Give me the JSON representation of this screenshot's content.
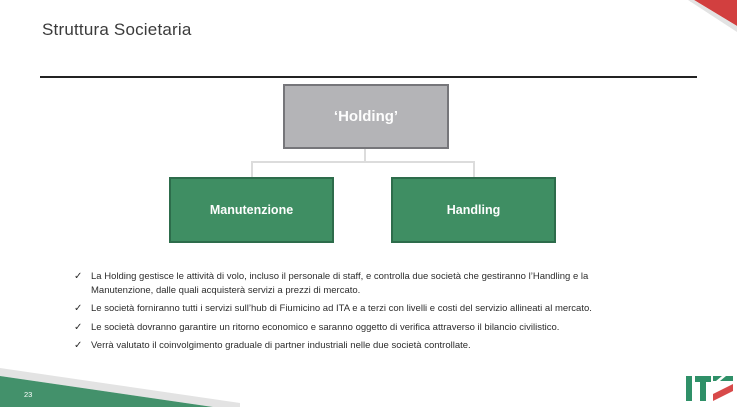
{
  "slide": {
    "title": "Struttura Societaria",
    "page_number": "23"
  },
  "org_chart": {
    "root": {
      "label": "‘Holding’"
    },
    "children": [
      {
        "label": "Manutenzione"
      },
      {
        "label": "Handling"
      }
    ]
  },
  "bullets": {
    "marker": "✓",
    "items": [
      "La Holding gestisce le attività di volo, incluso il personale di staff, e controlla due società che gestiranno l’Handling e la Manutenzione, dalle quali acquisterà servizi a prezzi di mercato.",
      "Le società forniranno tutti i servizi sull’hub di Fiumicino ad ITA e a terzi con livelli e costi del servizio allineati al mercato.",
      "Le società dovranno garantire un ritorno economico e saranno oggetto di verifica attraverso il bilancio civilistico.",
      "Verrà valutato il coinvolgimento graduale di partner industriali nelle due società controllate."
    ]
  },
  "logo": {
    "text": "ITA"
  },
  "colors": {
    "box_gray": "#B4B4B7",
    "box_gray_border": "#76767A",
    "accent_green": "#3F8E63",
    "accent_green_border": "#2D6C4B",
    "decor_red": "#D23F3F",
    "decor_gray": "#E3E3E3",
    "decor_green": "#43916B",
    "logo_green": "#2F9068",
    "logo_red": "#D84A4A",
    "connector_gray": "#DCDCDC"
  }
}
